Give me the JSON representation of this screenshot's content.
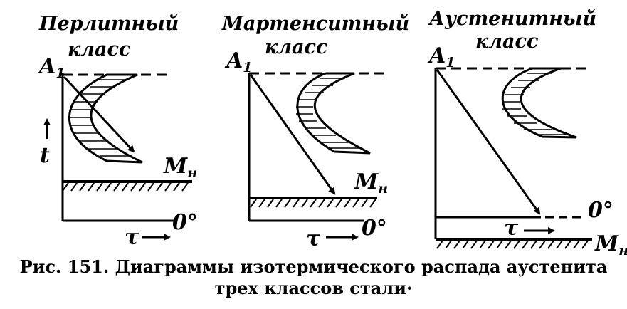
{
  "panels": [
    {
      "title_line1": "Перлитный",
      "title_line2": "класс",
      "label_a": "A",
      "label_a_sub": "1",
      "label_m": "M",
      "label_m_sub": "н",
      "label_temp": "t",
      "label_time": "τ",
      "label_zero": "0°"
    },
    {
      "title_line1": "Мартенситный",
      "title_line2": "класс",
      "label_a": "A",
      "label_a_sub": "1",
      "label_m": "M",
      "label_m_sub": "н",
      "label_time": "τ",
      "label_zero": "0°"
    },
    {
      "title_line1": "Аустенитный",
      "title_line2": "класс",
      "label_a": "A",
      "label_a_sub": "1",
      "label_m": "M",
      "label_m_sub": "н",
      "label_time": "τ",
      "label_zero": "0°"
    }
  ],
  "caption": {
    "line1": "Рис. 151. Диаграммы изотермического распада аустенита",
    "line2": "трех классов стали·"
  }
}
